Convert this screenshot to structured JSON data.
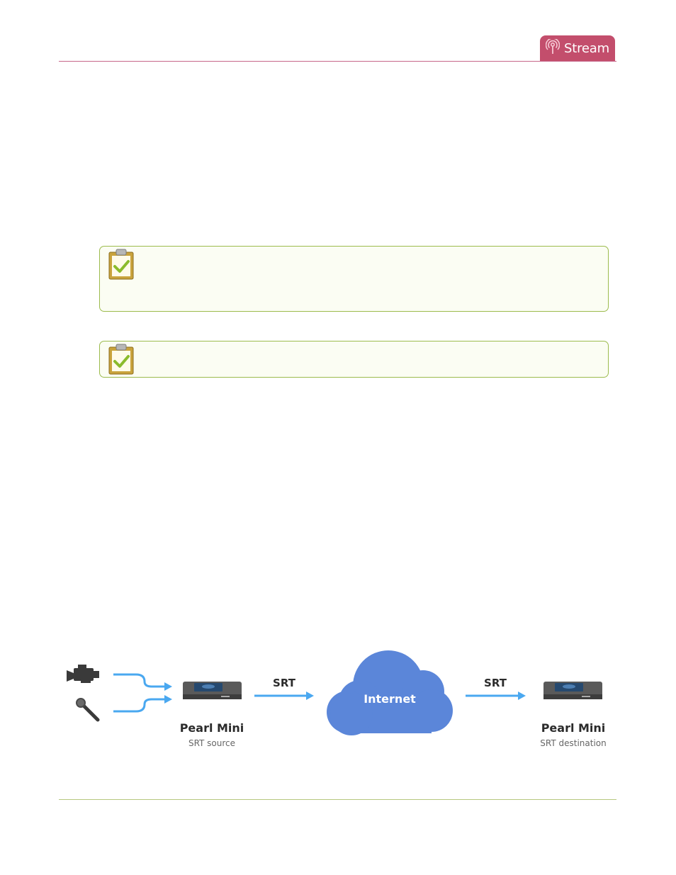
{
  "header": {
    "section_tab": "Stream",
    "tab_color": "#c34e6c",
    "icon": "broadcast-icon"
  },
  "notes": [
    {
      "icon": "clipboard-check-icon"
    },
    {
      "icon": "clipboard-check-icon"
    }
  ],
  "diagram": {
    "inputs": [
      "video-camera-icon",
      "microphone-icon"
    ],
    "source": {
      "title": "Pearl Mini",
      "subtitle": "SRT source"
    },
    "link_left": "SRT",
    "cloud_label": "Internet",
    "link_right": "SRT",
    "destination": {
      "title": "Pearl Mini",
      "subtitle": "SRT destination"
    },
    "arrow_color": "#4aa8f0",
    "cloud_color": "#5b86d9"
  }
}
